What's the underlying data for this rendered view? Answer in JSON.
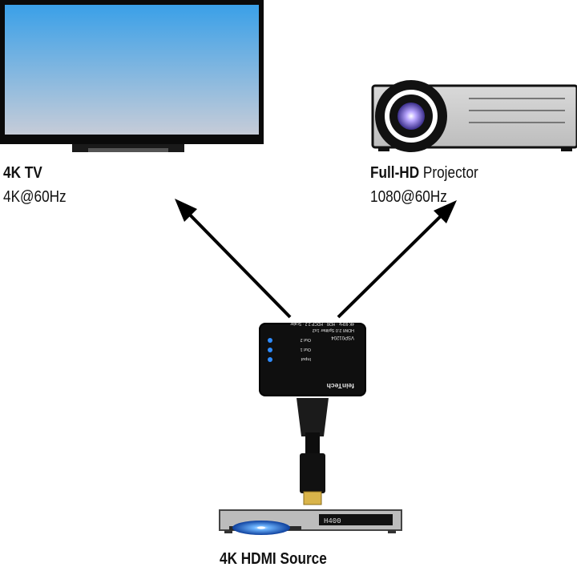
{
  "tv": {
    "name": "4K TV",
    "spec": "4K@60Hz"
  },
  "projector": {
    "name_bold": "Full-HD",
    "name_rest": " Projector",
    "spec": "1080@60Hz"
  },
  "source": {
    "label": "4K HDMI Source",
    "display": "H400"
  },
  "splitter": {
    "brand": "feinTech",
    "model": "VSP01204",
    "line1": "HDMI 2.0 Splitter 1x2",
    "line2": "4K 60Hz · HDR · HDCP 2.2 · Scaler",
    "ports": [
      "Out 2",
      "Out 1",
      "Input"
    ],
    "led_color": "#2f8cff"
  },
  "colors": {
    "screen_top": "#3aa0e8",
    "screen_bottom": "#c6ccd8",
    "arrow": "#000000"
  }
}
